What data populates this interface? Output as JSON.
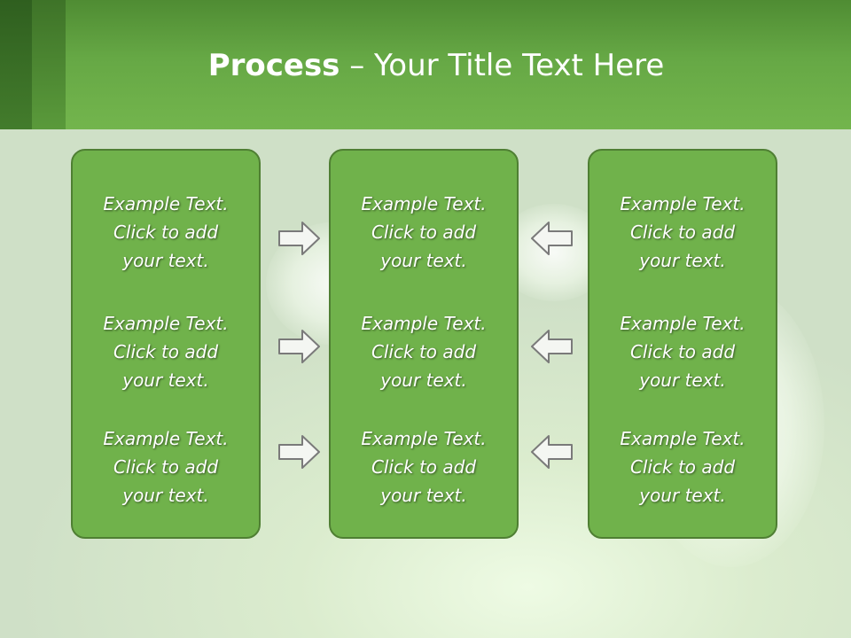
{
  "slide": {
    "title_bold": "Process",
    "title_rest": " – Your Title Text Here"
  },
  "columns": [
    {
      "items": [
        {
          "line1": "Example Text.",
          "line2": "Click  to add",
          "line3": "your text."
        },
        {
          "line1": "Example Text.",
          "line2": "Click  to add",
          "line3": "your text."
        },
        {
          "line1": "Example Text.",
          "line2": "Click  to add",
          "line3": "your text."
        }
      ]
    },
    {
      "items": [
        {
          "line1": "Example Text.",
          "line2": "Click  to add",
          "line3": "your text."
        },
        {
          "line1": "Example Text.",
          "line2": "Click  to add",
          "line3": "your text."
        },
        {
          "line1": "Example Text.",
          "line2": "Click  to add",
          "line3": "your text."
        }
      ]
    },
    {
      "items": [
        {
          "line1": "Example Text.",
          "line2": "Click  to add",
          "line3": "your text."
        },
        {
          "line1": "Example Text.",
          "line2": "Click  to add",
          "line3": "your text."
        },
        {
          "line1": "Example Text.",
          "line2": "Click  to add",
          "line3": "your text."
        }
      ]
    }
  ],
  "arrows": {
    "left_to_center": [
      "right-arrow-icon",
      "right-arrow-icon",
      "right-arrow-icon"
    ],
    "right_to_center": [
      "left-arrow-icon",
      "left-arrow-icon",
      "left-arrow-icon"
    ]
  },
  "colors": {
    "header": "#66a845",
    "box_fill": "#70b24b",
    "box_border": "#4f7f33",
    "text": "#ffffff"
  }
}
